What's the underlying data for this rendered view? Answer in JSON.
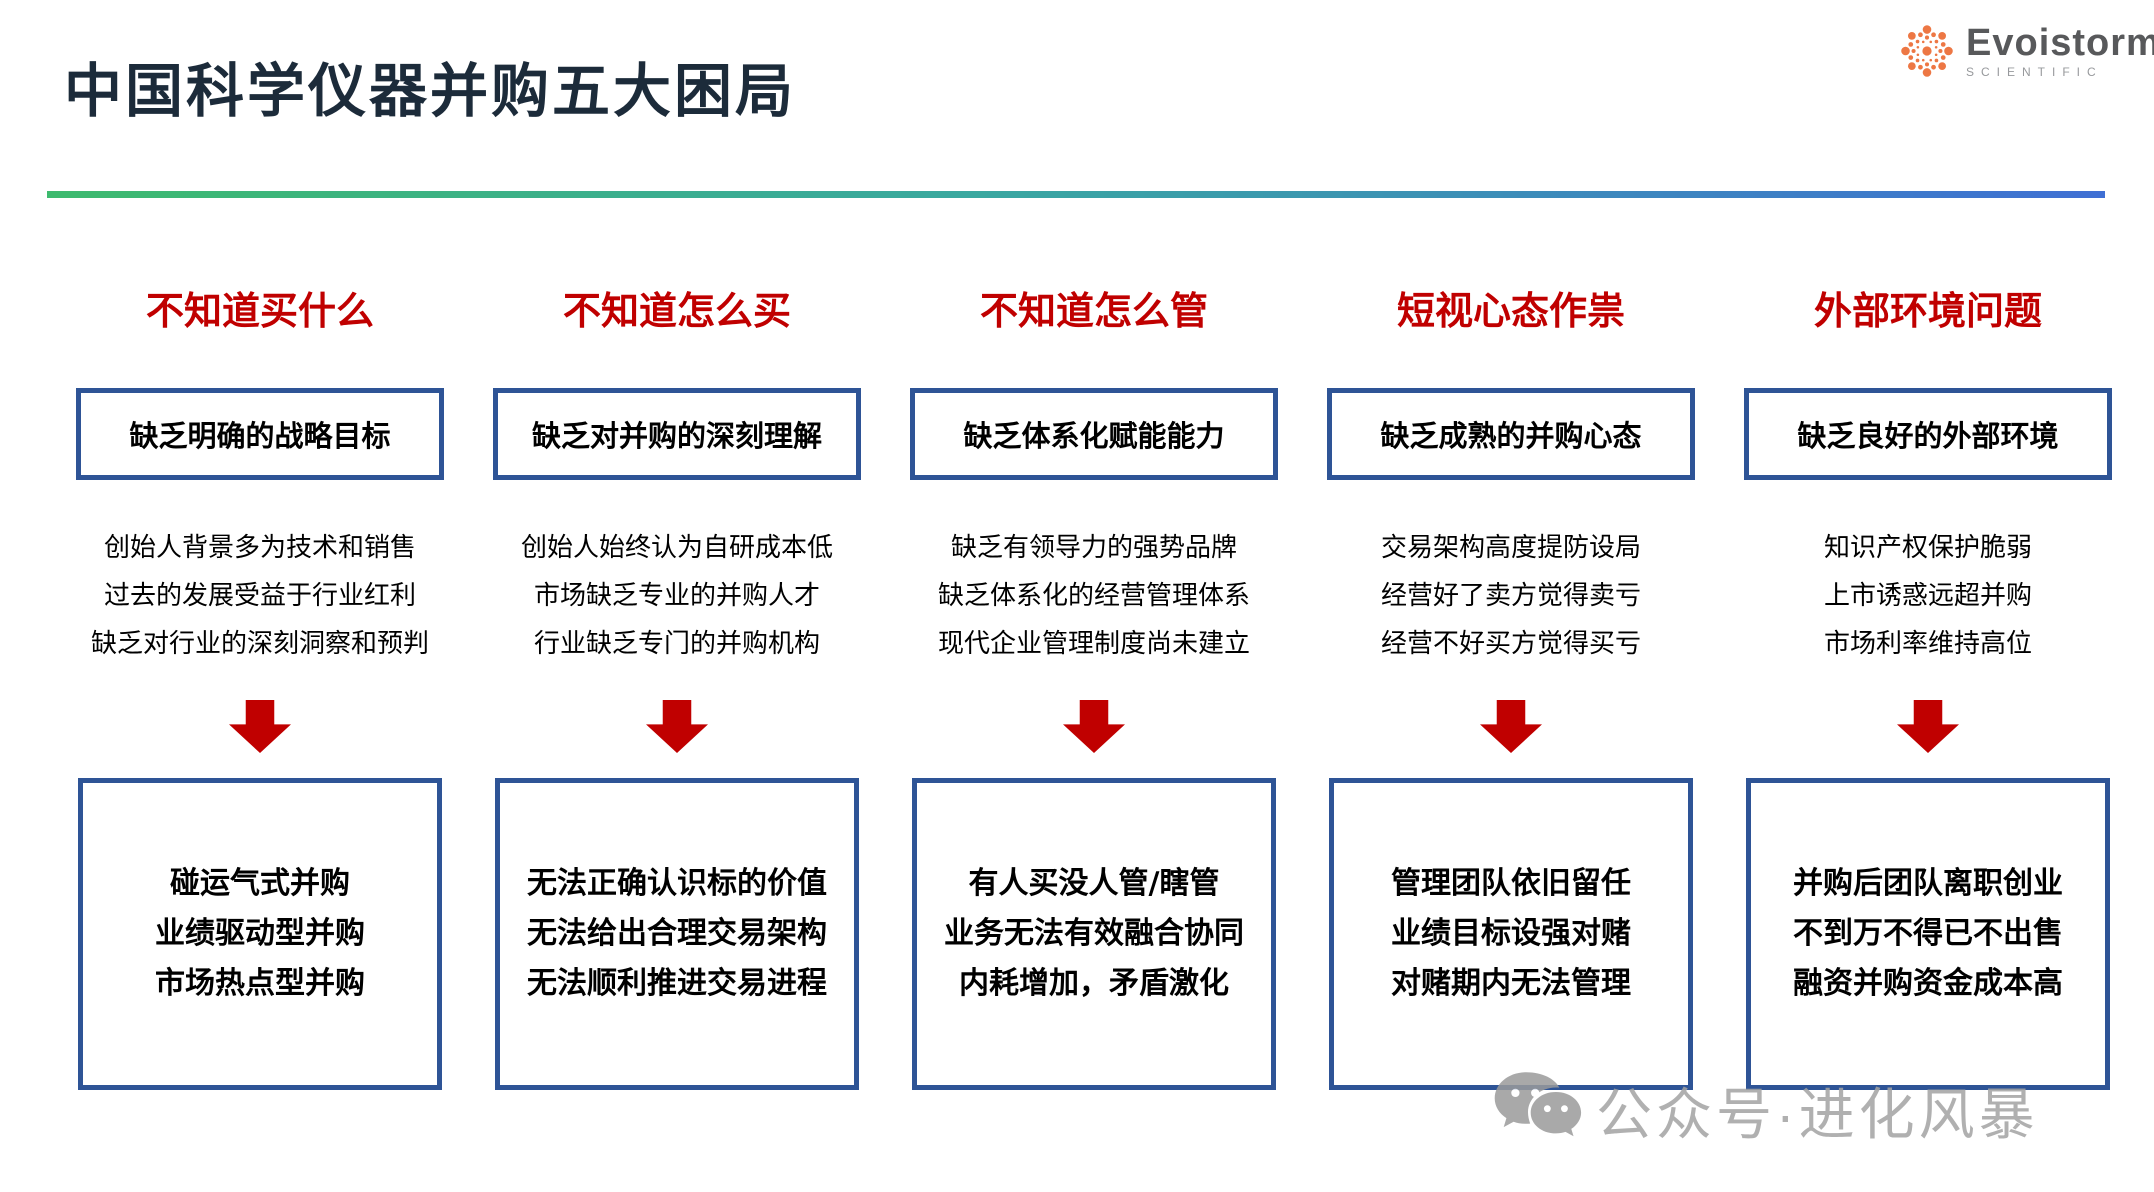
{
  "title": "中国科学仪器并购五大困局",
  "logo": {
    "name": "Evoistorm",
    "subtitle": "SCIENTIFIC"
  },
  "watermark": {
    "text": "公众号·进化风暴"
  },
  "colors": {
    "title_text": "#1c2b3a",
    "header_red": "#c00000",
    "arrow_red": "#c00000",
    "box_border_blue": "#2e5496",
    "divider_gradient_start": "#3dba6e",
    "divider_gradient_end": "#3f6fd4",
    "logo_orange": "#ed7744",
    "logo_gray": "#58595b",
    "watermark_gray": "#a3a3a3"
  },
  "columns": [
    {
      "header": "不知道买什么",
      "problem": "缺乏明确的战略目标",
      "causes": [
        "创始人背景多为技术和销售",
        "过去的发展受益于行业红利",
        "缺乏对行业的深刻洞察和预判"
      ],
      "result": [
        "碰运气式并购",
        "业绩驱动型并购",
        "市场热点型并购"
      ]
    },
    {
      "header": "不知道怎么买",
      "problem": "缺乏对并购的深刻理解",
      "causes": [
        "创始人始终认为自研成本低",
        "市场缺乏专业的并购人才",
        "行业缺乏专门的并购机构"
      ],
      "result": [
        "无法正确认识标的价值",
        "无法给出合理交易架构",
        "无法顺利推进交易进程"
      ]
    },
    {
      "header": "不知道怎么管",
      "problem": "缺乏体系化赋能能力",
      "causes": [
        "缺乏有领导力的强势品牌",
        "缺乏体系化的经营管理体系",
        "现代企业管理制度尚未建立"
      ],
      "result": [
        "有人买没人管/瞎管",
        "业务无法有效融合协同",
        "内耗增加，矛盾激化"
      ]
    },
    {
      "header": "短视心态作祟",
      "problem": "缺乏成熟的并购心态",
      "causes": [
        "交易架构高度提防设局",
        "经营好了卖方觉得卖亏",
        "经营不好买方觉得买亏"
      ],
      "result": [
        "管理团队依旧留任",
        "业绩目标设强对赌",
        "对赌期内无法管理"
      ]
    },
    {
      "header": "外部环境问题",
      "problem": "缺乏良好的外部环境",
      "causes": [
        "知识产权保护脆弱",
        "上市诱惑远超并购",
        "市场利率维持高位"
      ],
      "result": [
        "并购后团队离职创业",
        "不到万不得已不出售",
        "融资并购资金成本高"
      ]
    }
  ]
}
